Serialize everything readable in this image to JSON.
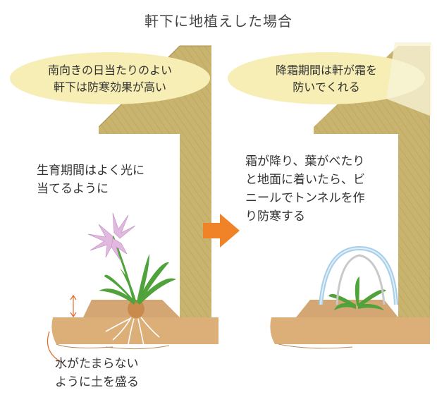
{
  "title": "軒下に地植えした場合",
  "left_panel": {
    "bubble_line1": "南向きの日当たりのよい",
    "bubble_line2": "軒下は防寒効果が高い",
    "note_line1": "生育期間はよく光に",
    "note_line2": "当てるように",
    "soil_line1": "水がたまらない",
    "soil_line2": "ように土を盛る"
  },
  "right_panel": {
    "bubble_line1": "降霜期間は軒が霜を",
    "bubble_line2": "防いでくれる",
    "note_line1": "霜が降り、葉がべたり",
    "note_line2": "と地面に着いたら、ビ",
    "note_line3": "ニールでトンネルを作",
    "note_line4": "り防寒する"
  },
  "colors": {
    "wall": "#c8b46e",
    "wall_hatch": "#b09a55",
    "bubble": "#f6eeb4",
    "soil": "#dcae78",
    "soil_mound": "#d4a673",
    "arrow": "#f08228",
    "leaf": "#4fa33a",
    "flower": "#e3b8e0",
    "bulb": "#c98a4c",
    "tunnel": "#a8cfe8"
  }
}
